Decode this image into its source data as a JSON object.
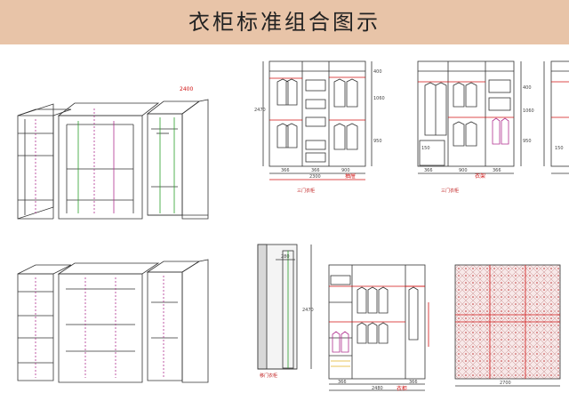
{
  "header": {
    "title": "衣柜标准组合图示"
  },
  "colors": {
    "banner": "#e8c4a8",
    "line": "#333333",
    "accent_red": "#d01010",
    "accent_green": "#2aa02a",
    "accent_magenta": "#b03090"
  },
  "wardrobe_a": {
    "heights": [
      "2470",
      "400",
      "1060",
      "950"
    ],
    "widths": [
      "366",
      "366",
      "900"
    ],
    "total_width": "2300",
    "note": "抽屉",
    "caption": "三门衣柜"
  },
  "wardrobe_b": {
    "heights": [
      "400",
      "1060",
      "950"
    ],
    "widths": [
      "366",
      "900",
      "366"
    ],
    "note": "衣架",
    "caption": "三门衣柜"
  },
  "wardrobe_b_drawer_label": "150",
  "wardrobe_c_label": "150",
  "side_section": {
    "width": "280",
    "height": "2470",
    "caption": "移门衣柜"
  },
  "sliding_wardrobe": {
    "widths": [
      "366",
      "366"
    ],
    "total_width": "2480",
    "note": "衣柜"
  },
  "door_panel": {
    "width": "2700"
  },
  "iso_labels": {
    "top": "2400"
  }
}
